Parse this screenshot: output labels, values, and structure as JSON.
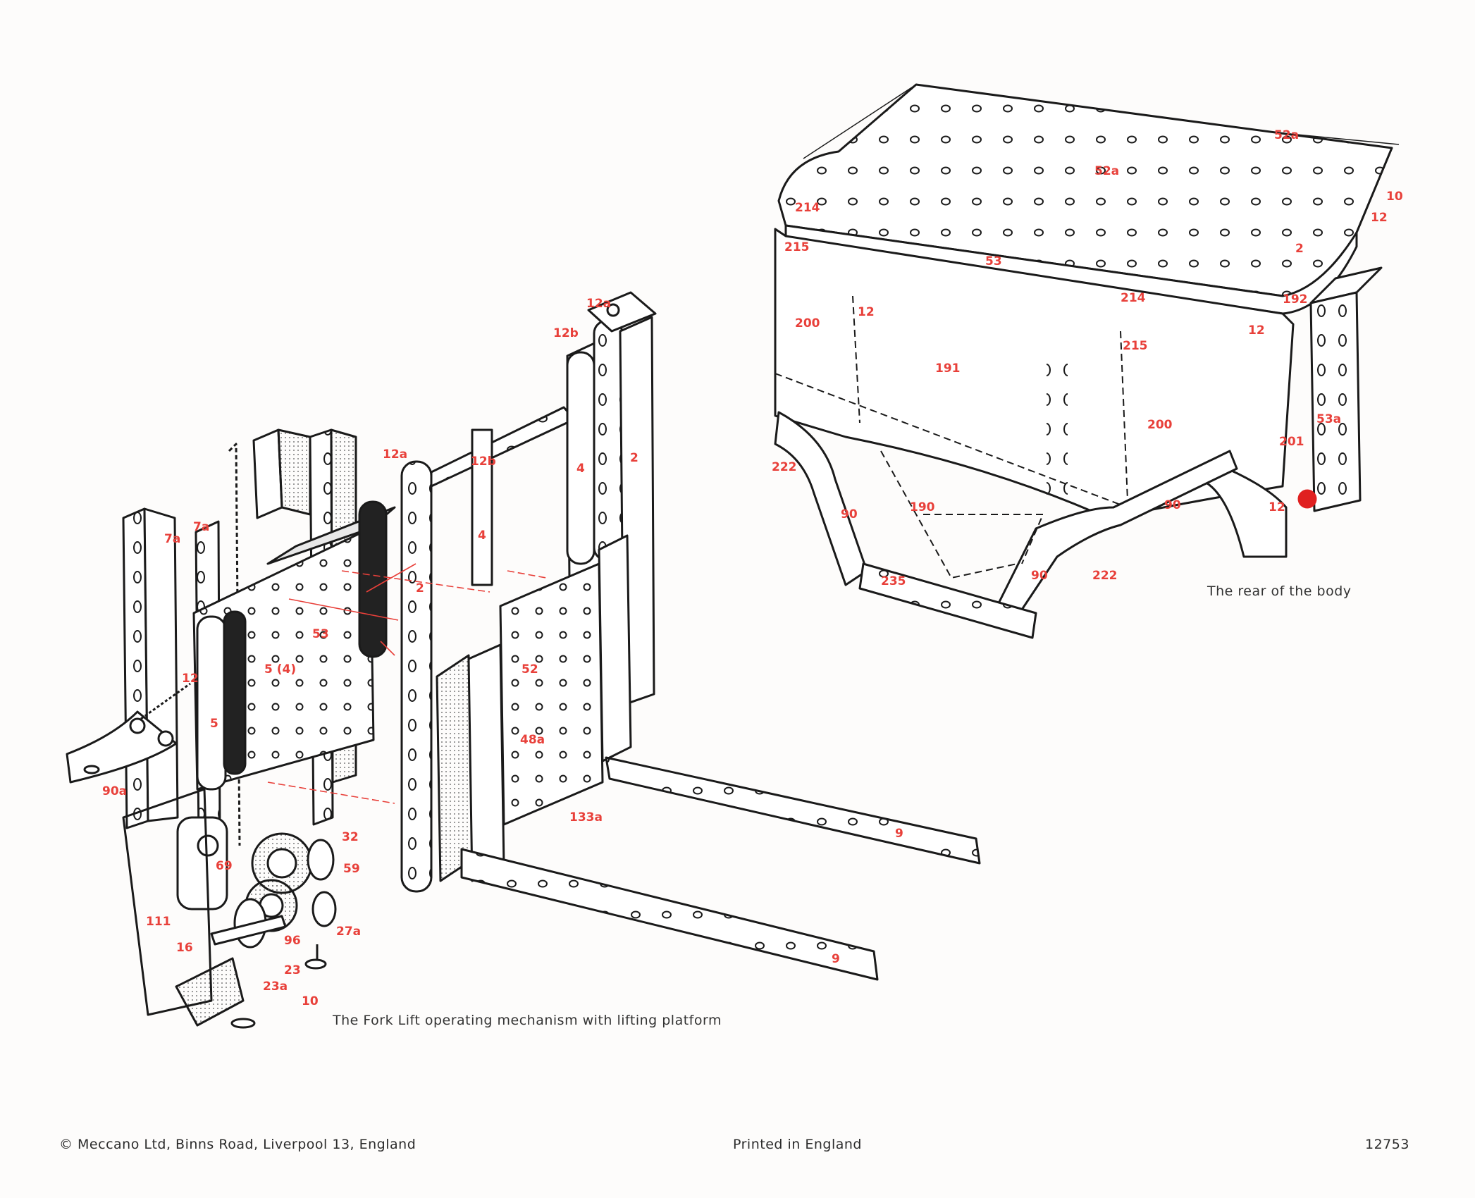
{
  "captions": {
    "fork_lift": "The Fork Lift operating mechanism with lifting platform",
    "rear_body": "The rear of the body"
  },
  "footer": {
    "copyright": "© Meccano Ltd, Binns Road, Liverpool 13, England",
    "printed": "Printed in England",
    "number": "12753"
  },
  "colors": {
    "line": "#1a1a1a",
    "label": "#e8403a",
    "paper": "#fdfcfb",
    "highlight": "#e02020"
  },
  "labels": {
    "l_12a_top": "12a",
    "l_12b_top": "12b",
    "l_12a_mid": "12a",
    "l_12b_mid": "12b",
    "l_4a": "4",
    "l_4b": "4",
    "l_2a": "2",
    "l_2b": "2",
    "l_7a_a": "7a",
    "l_7a_b": "7a",
    "l_53": "53",
    "l_12_left": "12",
    "l_5_4": "5 (4)",
    "l_5": "5",
    "l_90a": "90a",
    "l_52": "52",
    "l_48a": "48a",
    "l_133a": "133a",
    "l_9a": "9",
    "l_9b": "9",
    "l_32": "32",
    "l_59": "59",
    "l_69": "69",
    "l_111": "111",
    "l_27a": "27a",
    "l_16": "16",
    "l_96": "96",
    "l_23": "23",
    "l_23a": "23a",
    "l_10_left": "10",
    "r_52a_a": "52a",
    "r_52a_b": "52a",
    "r_10": "10",
    "r_12_a": "12",
    "r_214_a": "214",
    "r_214_b": "214",
    "r_215_a": "215",
    "r_215_b": "215",
    "r_53": "53",
    "r_12_b": "12",
    "r_2": "2",
    "r_192": "192",
    "r_12_c": "12",
    "r_200_a": "200",
    "r_200_b": "200",
    "r_191": "191",
    "r_53a": "53a",
    "r_201": "201",
    "r_222_a": "222",
    "r_222_b": "222",
    "r_190": "190",
    "r_90_a": "90",
    "r_90_b": "90",
    "r_90_c": "90",
    "r_12_d": "12",
    "r_235": "235"
  }
}
